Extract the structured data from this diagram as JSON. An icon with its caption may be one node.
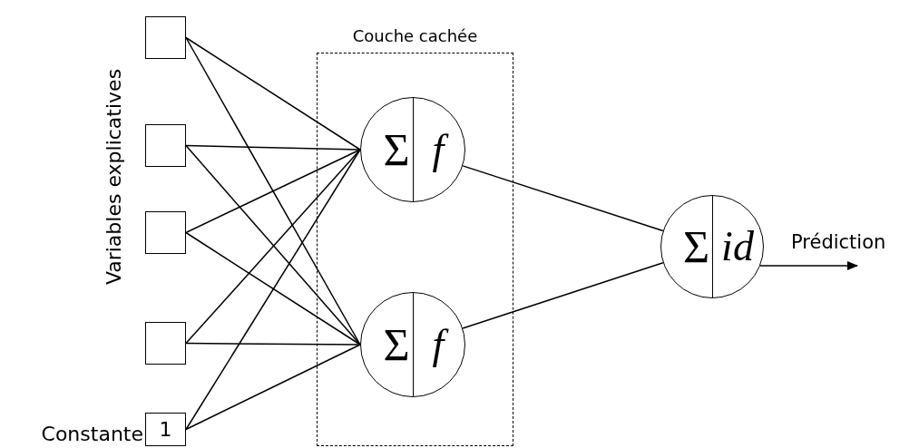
{
  "diagram": {
    "nodes": [
      {
        "text": [],
        "shape": "box"
      },
      {
        "text": [],
        "shape": "box"
      },
      {
        "text": [],
        "shape": "box"
      },
      {
        "text": [],
        "shape": "box"
      },
      {
        "text": [
          "1"
        ],
        "beside": [
          "Constante"
        ]
      },
      {
        "text": [
          "Couche cachée"
        ]
      },
      {
        "text": [
          "Σ",
          "f"
        ],
        "in": 5
      },
      {
        "text": [
          "Σ",
          "f"
        ],
        "in": 5
      },
      {
        "text": [
          "Σ",
          "id"
        ]
      }
    ],
    "edges": [
      {
        "from": 0,
        "to": 6,
        "arrow": "none"
      },
      {
        "from": 0,
        "to": 7,
        "arrow": "none"
      },
      {
        "from": 1,
        "to": 6,
        "arrow": "none"
      },
      {
        "from": 1,
        "to": 7,
        "arrow": "none"
      },
      {
        "from": 2,
        "to": 6,
        "arrow": "none"
      },
      {
        "from": 2,
        "to": 7,
        "arrow": "none"
      },
      {
        "from": 3,
        "to": 6,
        "arrow": "none"
      },
      {
        "from": 3,
        "to": 7,
        "arrow": "none"
      },
      {
        "from": 4,
        "to": 6,
        "arrow": "none"
      },
      {
        "from": 4,
        "to": 7,
        "arrow": "none"
      },
      {
        "from": 6,
        "to": 8,
        "arrow": "none"
      },
      {
        "from": 7,
        "to": 8,
        "arrow": "none"
      },
      {
        "from": 8,
        "to": null,
        "arrow": "to",
        "label": "Prédiction"
      }
    ],
    "labels": [
      "Variables explicatives"
    ]
  }
}
